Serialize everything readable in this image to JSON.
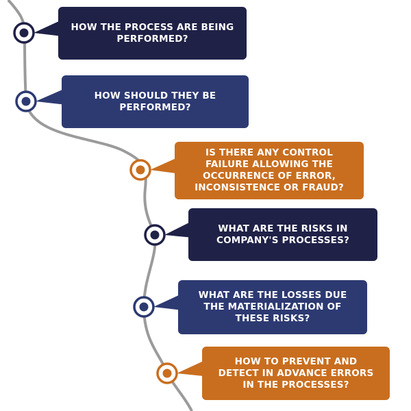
{
  "colors": {
    "dark_navy": "#1f2147",
    "navy": "#2d3a72",
    "orange": "#c96e1f",
    "path": "#9b9b9b",
    "marker_ring": "#ffffff"
  },
  "steps": [
    {
      "text": "HOW THE PROCESS ARE BEING PERFORMED?",
      "color": "#1f2147"
    },
    {
      "text": "HOW SHOULD THEY BE PERFORMED?",
      "color": "#2d3a72"
    },
    {
      "text": "IS THERE ANY CONTROL FAILURE ALLOWING THE OCCURRENCE OF ERROR, INCONSISTENCE OR FRAUD?",
      "color": "#c96e1f"
    },
    {
      "text": "WHAT ARE THE RISKS IN COMPANY'S PROCESSES?",
      "color": "#1f2147"
    },
    {
      "text": "WHAT ARE THE LOSSES DUE THE MATERIALIZATION OF THESE RISKS?",
      "color": "#2d3a72"
    },
    {
      "text": "HOW TO PREVENT AND DETECT IN ADVANCE ERRORS IN THE PROCESSES?",
      "color": "#c96e1f"
    }
  ]
}
